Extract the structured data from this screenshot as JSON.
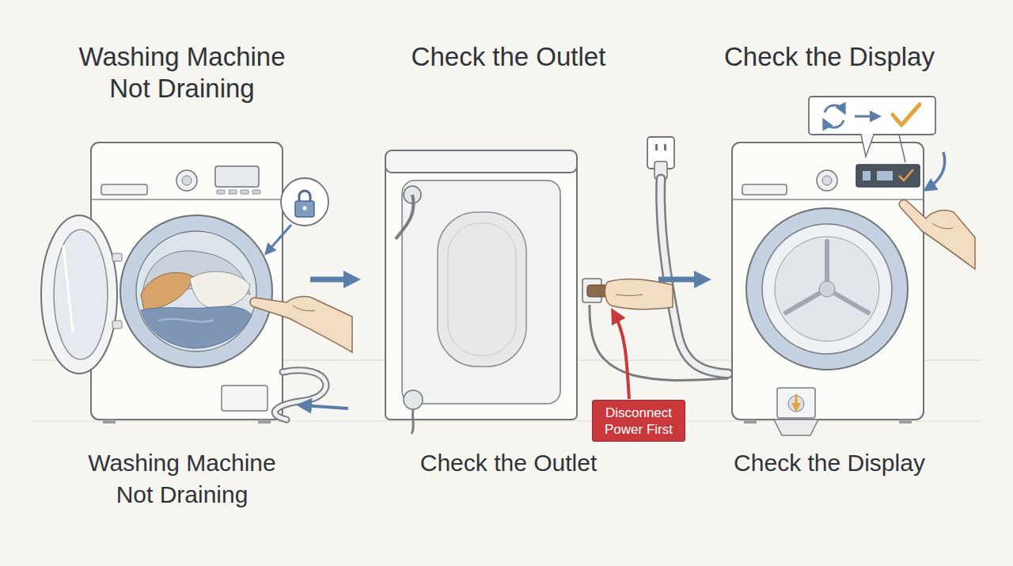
{
  "diagram": {
    "nodes": [
      {
        "text": [
          "Washing Machine Not Draining",
          "Washing Machine Not Draining"
        ]
      },
      {
        "text": [
          "Check the Outlet",
          "Check the Outlet"
        ]
      },
      {
        "text": [
          "Disconnect Power First"
        ],
        "in": 1
      },
      {
        "text": [
          "Check the Display",
          "Check the Display"
        ]
      }
    ],
    "edges": [
      {
        "from": 0,
        "to": 1,
        "arrow": "to"
      },
      {
        "from": 1,
        "to": 3,
        "arrow": "to"
      }
    ]
  }
}
